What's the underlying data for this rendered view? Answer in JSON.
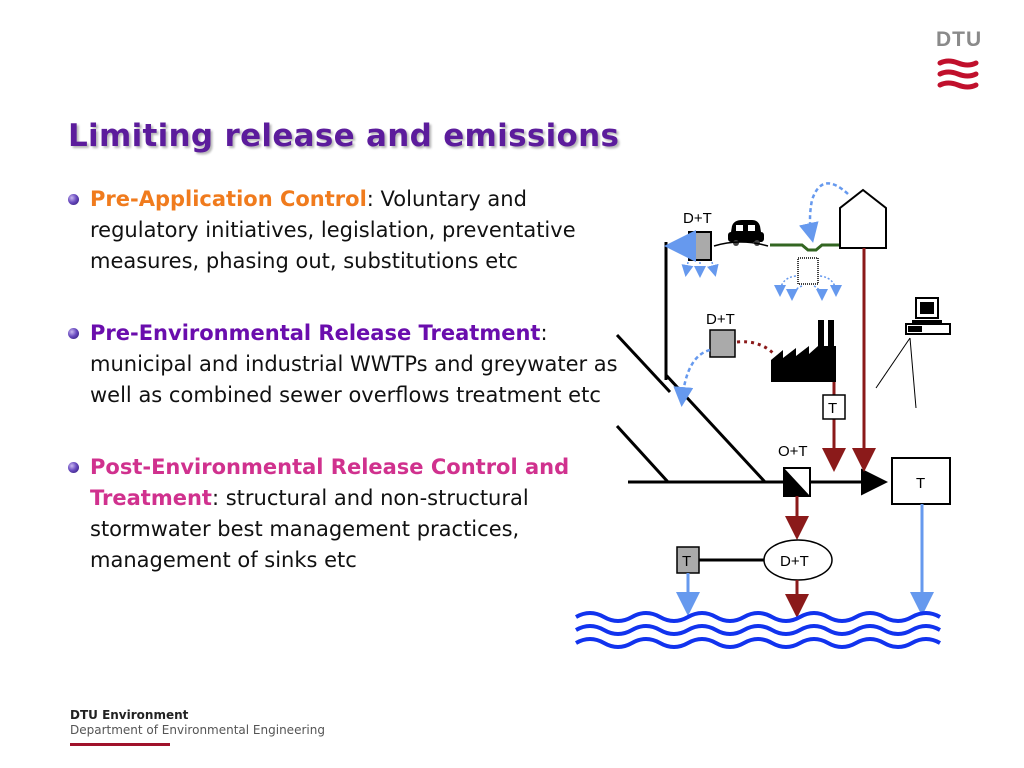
{
  "header": {
    "logo_text": "DTU",
    "title": "Limiting release and emissions"
  },
  "bullets": [
    {
      "head": "Pre-Application Control",
      "sep": ":",
      "body": " Voluntary and regulatory initiatives, legislation, preventative measures, phasing out, substitutions etc",
      "color": "#f07b1d"
    },
    {
      "head": "Pre-Environmental Release Treatment",
      "sep": ":",
      "body": " municipal and industrial WWTPs and greywater as well as combined sewer overflows treatment etc",
      "color": "#6a0dad"
    },
    {
      "head": "Post-Environmental Release Control and Treatment",
      "sep": ":",
      "body": " structural and non-structural stormwater best management practices, management of sinks etc",
      "color": "#d0318e"
    }
  ],
  "diagram": {
    "labels": {
      "dt_top": "D+T",
      "dt_factory": "D+T",
      "t_factory": "T",
      "ot": "O+T",
      "t_right": "T",
      "t_left": "T",
      "dt_bottom": "D+T"
    },
    "colors": {
      "pipe_red": "#8b1a1a",
      "arrow_blue": "#6699ee",
      "water_blue": "#1133ee",
      "box_gray": "#aaaaaa",
      "grass_green": "#336622"
    }
  },
  "footer": {
    "org": "DTU Environment",
    "dept": "Department of Environmental Engineering",
    "bar_color": "#a0122a"
  }
}
